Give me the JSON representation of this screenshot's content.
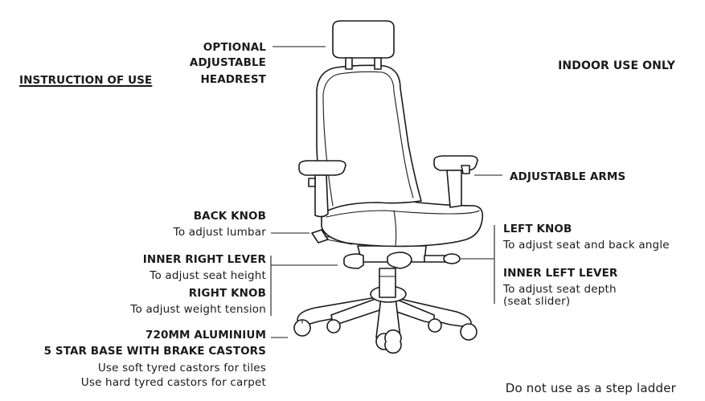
{
  "header": {
    "instruction": "INSTRUCTION OF USE",
    "indoor": "INDOOR USE ONLY"
  },
  "footer": {
    "step_ladder": "Do not use as a step ladder"
  },
  "callouts": {
    "headrest": {
      "line1": "OPTIONAL",
      "line2": "ADJUSTABLE",
      "line3": "HEADREST"
    },
    "arms": {
      "title": "ADJUSTABLE ARMS"
    },
    "back_knob": {
      "title": "BACK KNOB",
      "desc": "To adjust lumbar"
    },
    "inner_right_lever": {
      "title": "INNER RIGHT LEVER",
      "desc": "To adjust seat height"
    },
    "right_knob": {
      "title": "RIGHT KNOB",
      "desc": "To adjust weight tension"
    },
    "base": {
      "line1": "720MM ALUMINIUM",
      "line2": "5 STAR BASE WITH BRAKE CASTORS",
      "desc1": "Use soft tyred castors for tiles",
      "desc2": "Use hard tyred castors for carpet"
    },
    "left_knob": {
      "title": "LEFT KNOB",
      "desc": "To adjust seat and back angle"
    },
    "inner_left_lever": {
      "title": "INNER LEFT LEVER",
      "desc1": "To adjust seat depth",
      "desc2": "(seat slider)"
    }
  }
}
